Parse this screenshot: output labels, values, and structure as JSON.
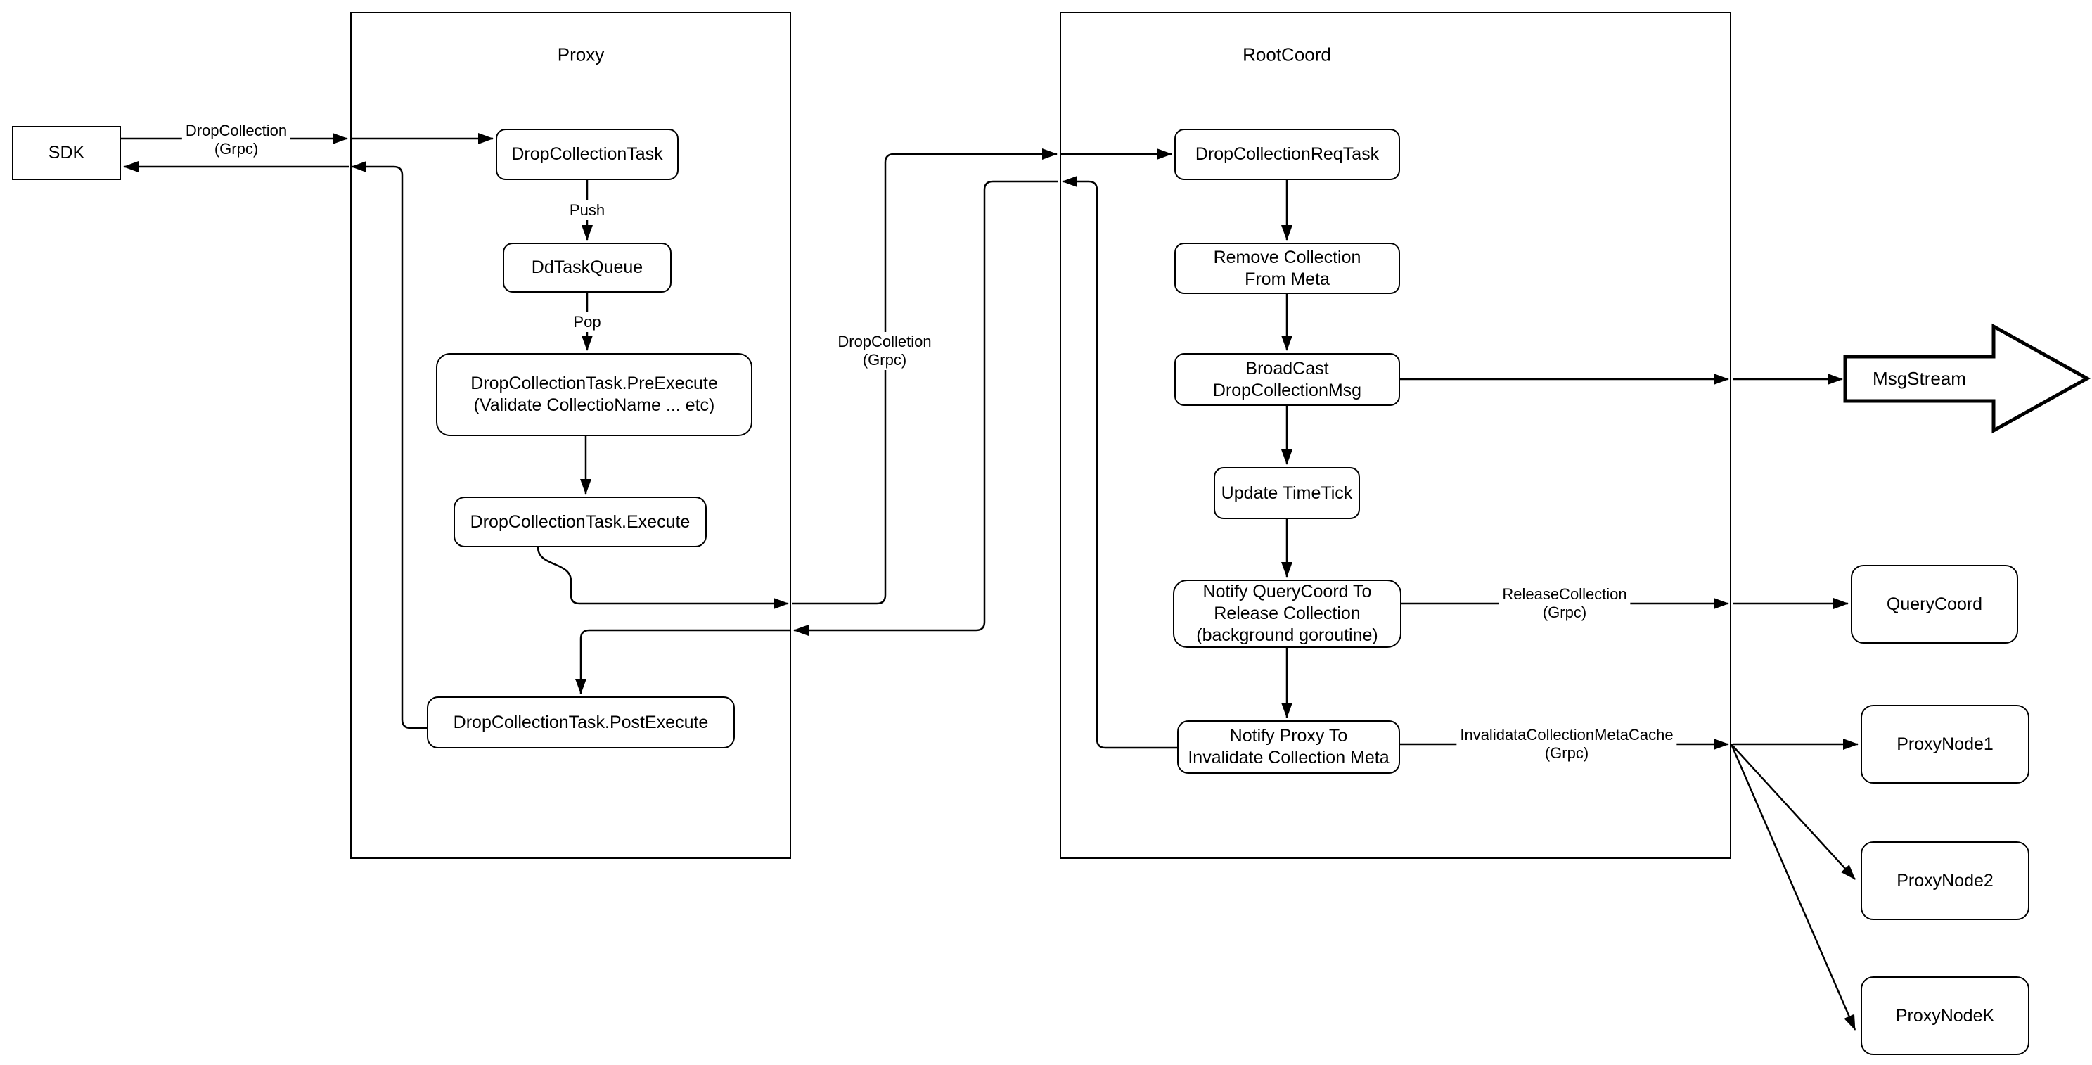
{
  "colors": {
    "stroke": "#000000",
    "fill": "#ffffff"
  },
  "sdk": {
    "label": "SDK"
  },
  "proxy": {
    "title": "Proxy",
    "nodes": {
      "drop_collection_task": "DropCollectionTask",
      "dd_task_queue": "DdTaskQueue",
      "pre_execute": "DropCollectionTask.PreExecute\n(Validate CollectioName ... etc)",
      "execute": "DropCollectionTask.Execute",
      "post_execute": "DropCollectionTask.PostExecute"
    },
    "edge_labels": {
      "push": "Push",
      "pop": "Pop"
    }
  },
  "rootcoord": {
    "title": "RootCoord",
    "nodes": {
      "req_task": "DropCollectionReqTask",
      "remove_meta": "Remove Collection\nFrom Meta",
      "broadcast": "BroadCast\nDropCollectionMsg",
      "update_timetick": "Update TimeTick",
      "notify_querycoord": "Notify QueryCoord To\nRelease Collection\n(background goroutine)",
      "notify_proxy": "Notify Proxy To\nInvalidate Collection Meta"
    }
  },
  "external": {
    "msgstream": "MsgStream",
    "querycoord": "QueryCoord",
    "proxynode1": "ProxyNode1",
    "proxynode2": "ProxyNode2",
    "proxynodek": "ProxyNodeK"
  },
  "edge_labels": {
    "sdk_to_proxy": "DropCollection\n(Grpc)",
    "proxy_to_rootcoord": "DropColletion\n(Grpc)",
    "release_collection": "ReleaseCollection\n(Grpc)",
    "invalidate_cache": "InvalidataCollectionMetaCache\n(Grpc)"
  }
}
